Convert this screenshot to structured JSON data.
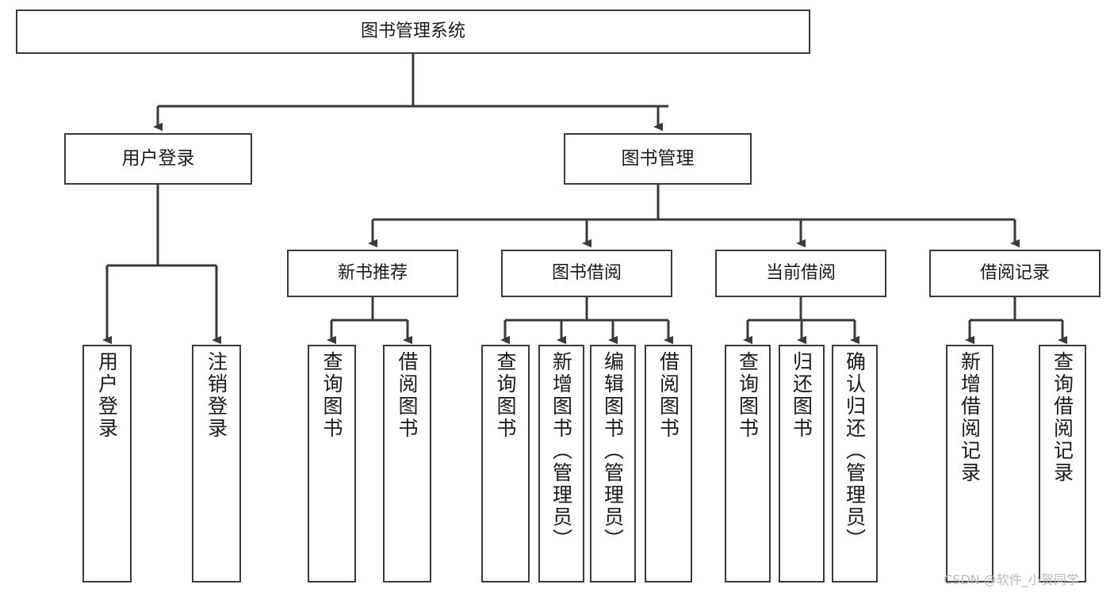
{
  "diagram": {
    "title": "图书管理系统",
    "type": "tree",
    "root": {
      "label": "图书管理系统"
    },
    "level1": [
      {
        "label": "用户登录"
      },
      {
        "label": "图书管理"
      }
    ],
    "level2": [
      {
        "label": "新书推荐"
      },
      {
        "label": "图书借阅"
      },
      {
        "label": "当前借阅"
      },
      {
        "label": "借阅记录"
      }
    ],
    "leaves": {
      "user_login": [
        {
          "label": "用户登录"
        },
        {
          "label": "注销登录"
        }
      ],
      "new_book": [
        {
          "label": "查询图书"
        },
        {
          "label": "借阅图书"
        }
      ],
      "borrow_book": [
        {
          "label": "查询图书"
        },
        {
          "label": "新增图书（管理员）"
        },
        {
          "label": "编辑图书（管理员）"
        },
        {
          "label": "借阅图书"
        }
      ],
      "current_borrow": [
        {
          "label": "查询图书"
        },
        {
          "label": "归还图书"
        },
        {
          "label": "确认归还（管理员）"
        }
      ],
      "borrow_record": [
        {
          "label": "新增借阅记录"
        },
        {
          "label": "查询借阅记录"
        }
      ]
    }
  },
  "watermark": {
    "text": "CSDN @软件_小贺同学"
  },
  "colors": {
    "box_border": "#3a3a3a",
    "box_fill": "#ffffff",
    "line": "#3a3a3a",
    "text": "#1a1a1a",
    "watermark": "#b9b9b9",
    "background": "#ffffff"
  }
}
